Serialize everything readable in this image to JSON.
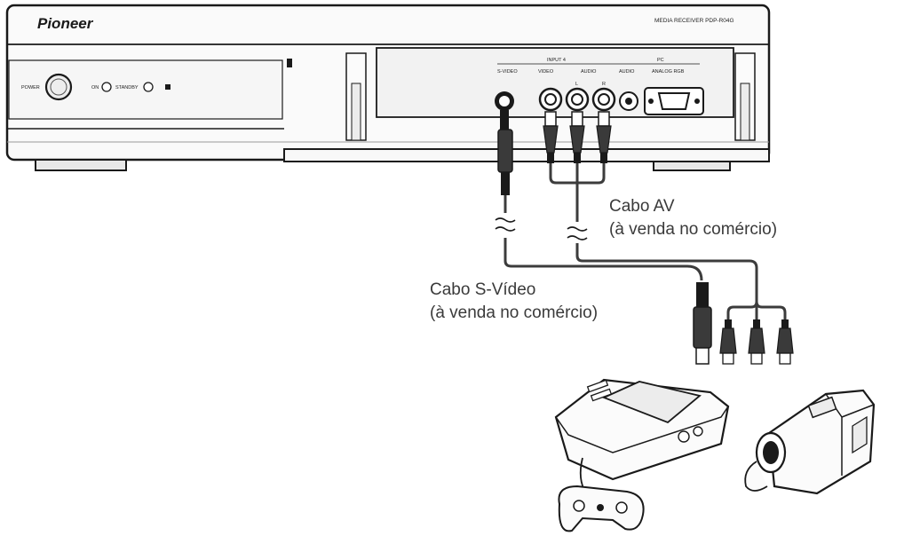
{
  "receiver": {
    "brand": "Pioneer",
    "model_label": "MEDIA RECEIVER  PDP-R04G",
    "power_label": "POWER",
    "on_label": "ON",
    "standby_label": "STANDBY",
    "input_group_label": "INPUT 4",
    "pc_group_label": "PC",
    "svideo_label": "S-VIDEO",
    "video_label": "VIDEO",
    "audio_label": "AUDIO",
    "pc_audio_label": "AUDIO",
    "pc_rgb_label": "ANALOG RGB",
    "l_label": "L",
    "r_label": "R"
  },
  "cables": {
    "av_cable_line1": "Cabo AV",
    "av_cable_line2": "(à venda no comércio)",
    "svideo_cable_line1": "Cabo S-Vídeo",
    "svideo_cable_line2": "(à venda no comércio)"
  },
  "devices": {
    "game_console_icon": "game-console-icon",
    "camcorder_icon": "camcorder-icon"
  },
  "colors": {
    "line": "#1a1a1a",
    "panel": "#f4f4f4",
    "cable": "#3c3c3c"
  }
}
